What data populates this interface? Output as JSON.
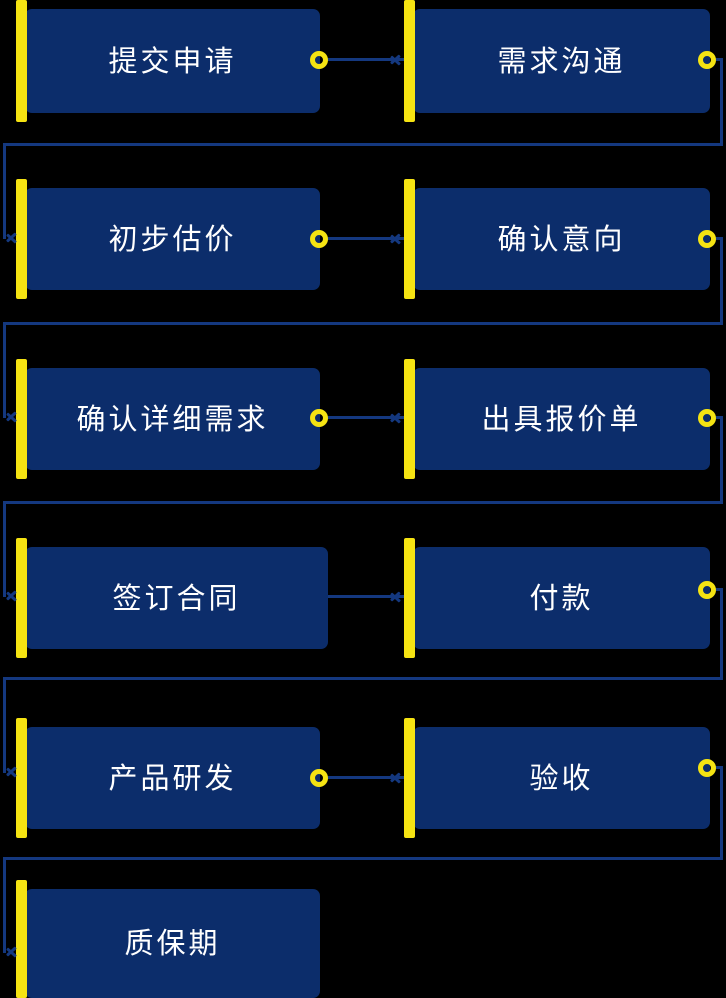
{
  "diagram": {
    "title": "",
    "type": "process-flowchart",
    "direction": "boustrophedon-left-to-right",
    "colors": {
      "background": "#000000",
      "node_fill": "#0C2D6B",
      "node_accent_bar": "#F5E312",
      "connector_line": "#14387F",
      "connector_dot_ring": "#F5E312",
      "label_text": "#FFFFFF"
    },
    "rows": [
      {
        "index": 1,
        "nodes": [
          {
            "id": "n1",
            "label": "提交申请",
            "column": "left"
          },
          {
            "id": "n2",
            "label": "需求沟通",
            "column": "right"
          }
        ]
      },
      {
        "index": 2,
        "nodes": [
          {
            "id": "n3",
            "label": "初步估价",
            "column": "left"
          },
          {
            "id": "n4",
            "label": "确认意向",
            "column": "right"
          }
        ]
      },
      {
        "index": 3,
        "nodes": [
          {
            "id": "n5",
            "label": "确认详细需求",
            "column": "left"
          },
          {
            "id": "n6",
            "label": "出具报价单",
            "column": "right"
          }
        ]
      },
      {
        "index": 4,
        "nodes": [
          {
            "id": "n7",
            "label": "签订合同",
            "column": "left"
          },
          {
            "id": "n8",
            "label": "付款",
            "column": "right"
          }
        ]
      },
      {
        "index": 5,
        "nodes": [
          {
            "id": "n9",
            "label": "产品研发",
            "column": "left"
          },
          {
            "id": "n10",
            "label": "验收",
            "column": "right"
          }
        ]
      },
      {
        "index": 6,
        "nodes": [
          {
            "id": "n11",
            "label": "质保期",
            "column": "left"
          }
        ]
      }
    ],
    "sequence": [
      "提交申请",
      "需求沟通",
      "初步估价",
      "确认意向",
      "确认详细需求",
      "出具报价单",
      "签订合同",
      "付款",
      "产品研发",
      "验收",
      "质保期"
    ]
  }
}
